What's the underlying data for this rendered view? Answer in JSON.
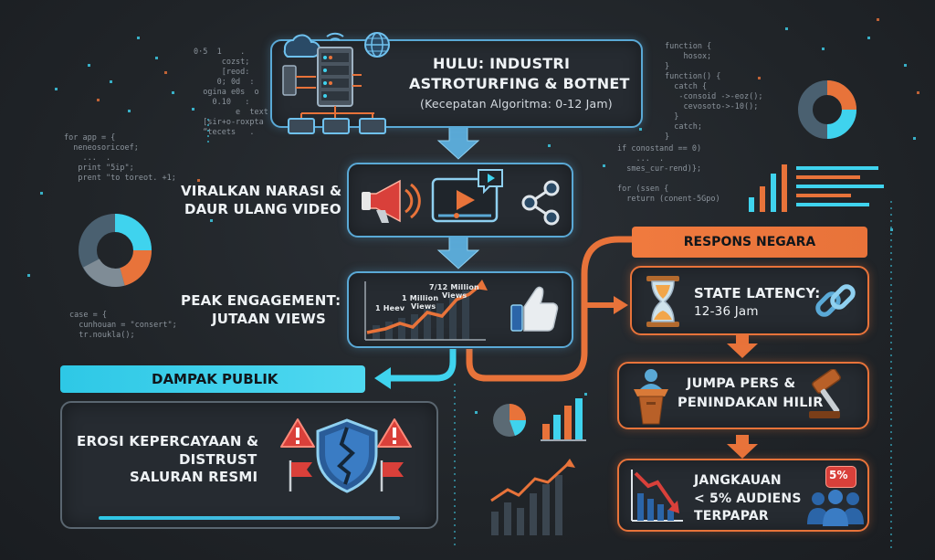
{
  "nodes": {
    "hulu": {
      "title_line1": "HULU: INDUSTRI",
      "title_line2": "ASTROTURFING & BOTNET",
      "subtitle": "(Kecepatan Algoritma: 0-12 Jam)"
    },
    "viral": {
      "line1": "VIRALKAN NARASI &",
      "line2": "DAUR ULANG VIDEO"
    },
    "peak": {
      "line1": "PEAK ENGAGEMENT:",
      "line2": "JUTAAN VIEWS",
      "chart_label_1": "1 Heev",
      "chart_label_2": "1 Million",
      "chart_label_3": "Views",
      "chart_label_4": "7/12 Million",
      "chart_label_5": "Views"
    },
    "dampak": {
      "banner": "DAMPAK PUBLIK",
      "line1": "EROSI KEPERCAYAAN &",
      "line2": "DISTRUST",
      "line3": "SALURAN RESMI"
    },
    "respons": {
      "banner": "RESPONS NEGARA",
      "latency_line1": "STATE LATENCY:",
      "latency_line2": "12-36 Jam",
      "pers_line1": "JUMPA PERS &",
      "pers_line2": "PENINDAKAN HILIR",
      "reach_line1": "JANGKAUAN",
      "reach_line2": "< 5% AUDIENS",
      "reach_line3": "TERPAPAR",
      "reach_badge": "5%"
    }
  },
  "code_snippets": {
    "top_left": "0·5  1    .\n      cozst;\n      [reod:\n     0; 0d  :\n  ogina e0s  o\n    0.10   :\n         e  text\n  [sir+o-roxpta\n  “tecets   .",
    "mid_left": "for app = {\n  neneosoricoef;\n    ...  .\n   print \"5ip\";\n   prent \"to toreot. +1;",
    "low_left": "case = {\n  cunhouan = \"consert\";\n  tr.noukla();",
    "top_right": "function {\n    hosox;\n}\nfunction() {\n  catch {\n   -consoid ->-eoz();\n    cevosoto->-10();\n  }\n  catch;\n}",
    "mid_right": "if conostand == 0)\n    ...  .\n  smes_cur-rend)};\n\nfor (ssen {\n  return (conent-5Gpo)"
  },
  "colors": {
    "blue": "#5aa9d6",
    "cyan": "#3fd3ee",
    "orange": "#e8733a",
    "red": "#d9403a"
  },
  "icons": {
    "hulu": [
      "cloud-icon",
      "wifi-icon",
      "globe-icon",
      "server-icon",
      "computer-icon"
    ],
    "viral": [
      "megaphone-icon",
      "play-video-icon",
      "share-icon"
    ],
    "peak": [
      "trend-chart-icon",
      "thumbs-up-icon"
    ],
    "dampak": [
      "warning-icon",
      "broken-shield-icon",
      "flag-icon"
    ],
    "respons": [
      "hourglass-icon",
      "chain-link-icon",
      "podium-icon",
      "gavel-icon",
      "down-trend-icon",
      "audience-icon"
    ]
  }
}
